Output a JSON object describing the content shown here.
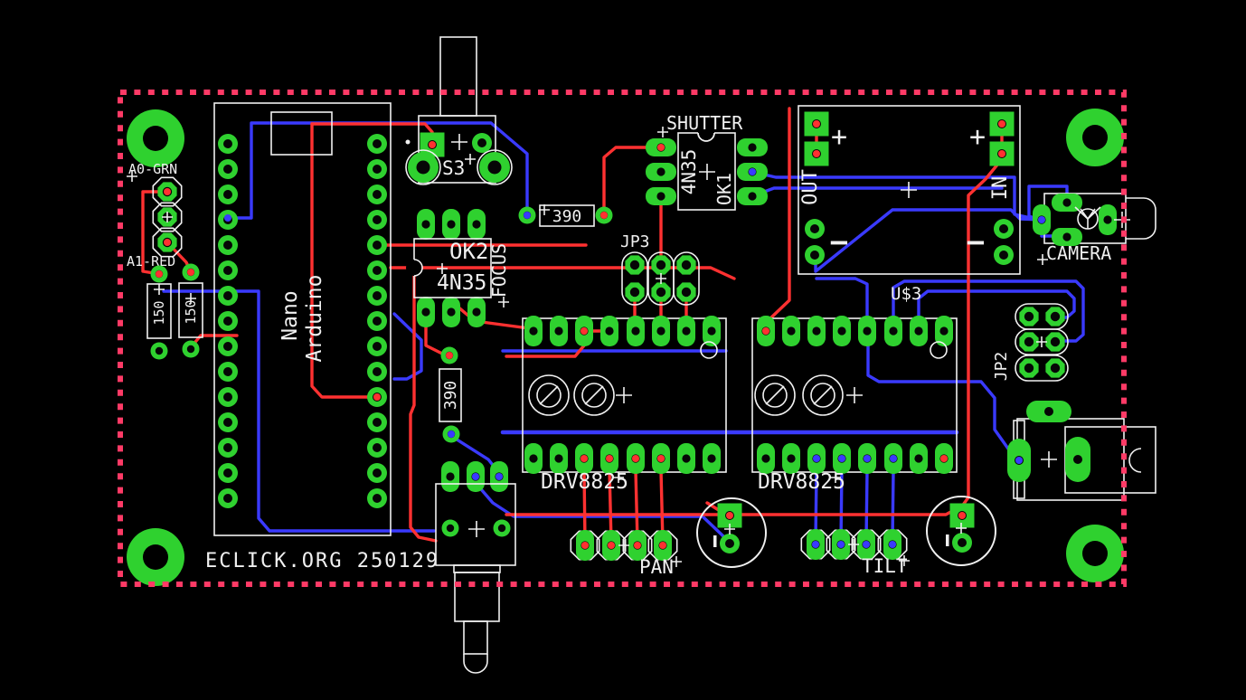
{
  "colors": {
    "background": "#000000",
    "pad_green": "#2fd12f",
    "trace_top_red": "#ff3131",
    "trace_bottom_blue": "#3a3aff",
    "silkscreen_white": "#f0f0f0",
    "board_outline_pink": "#ff3a66"
  },
  "board": {
    "footer_text": "ECLICK.ORG 250129",
    "labels": {
      "a0": "A0-GRN",
      "a1": "A1-RED",
      "nano1": "Nano",
      "nano2": "Arduino",
      "r150a": "150",
      "r150b": "150",
      "r390a": "390",
      "r390b": "390",
      "s3": "S3",
      "ok2": "OK2",
      "ok2_part": "4N35",
      "focus": "FOCUS",
      "shutter": "SHUTTER",
      "ok1": "OK1",
      "ok1_part": "4N35",
      "jp3": "JP3",
      "out": "OUT",
      "in": "IN",
      "plus": "+",
      "minus": "−",
      "camera": "CAMERA",
      "u3": "U$3",
      "jp2": "JP2",
      "drv_a": "DRV8825",
      "drv_b": "DRV8825",
      "pan": "PAN",
      "tilt": "TILT"
    }
  }
}
